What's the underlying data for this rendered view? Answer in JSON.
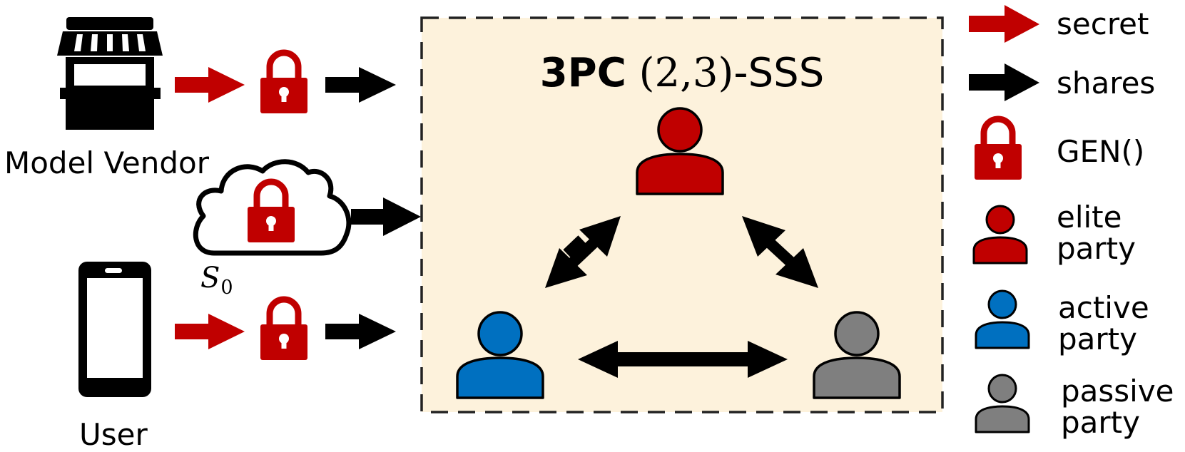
{
  "diagram": {
    "title_bold": "3PC",
    "title_math": "(2,3)",
    "title_suffix": "-SSS",
    "vendor_label": "Model Vendor",
    "user_label": "User",
    "cloud_label_var": "S",
    "cloud_label_sub": "0"
  },
  "legend": {
    "secret": "secret",
    "shares": "shares",
    "gen": "GEN()",
    "elite_line1": "elite",
    "elite_line2": "party",
    "active_line1": "active",
    "active_line2": "party",
    "passive_line1": "passive",
    "passive_line2": "party"
  },
  "colors": {
    "secret_red": "#c00000",
    "share_black": "#000000",
    "box_fill": "#fdf2dc",
    "elite": "#c00000",
    "active": "#0070c0",
    "passive": "#7f7f7f"
  },
  "icons": {
    "vendor": "store-icon",
    "user": "phone-icon",
    "cloud": "cloud-icon",
    "lock": "lock-icon",
    "person": "person-icon"
  }
}
